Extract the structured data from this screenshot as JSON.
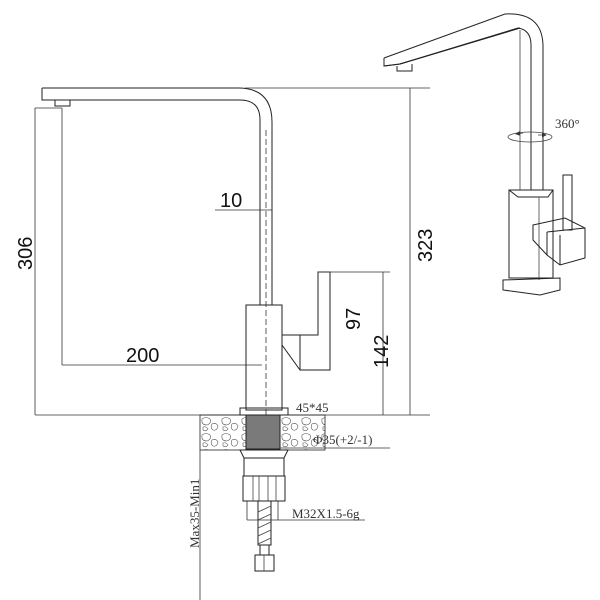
{
  "dimensions": {
    "spout_height": "306",
    "total_height": "323",
    "reach": "200",
    "pipe_offset": "10",
    "handle_height": "97",
    "body_height": "142",
    "base_size": "45*45",
    "hole_diameter": "Φ35(+2/-1)",
    "thread": "M32X1.5-6g",
    "counter_thickness": "Max35-Min1",
    "rotation": "360°"
  },
  "colors": {
    "line": "#222222",
    "nut_fill": "#7a7a7a"
  }
}
